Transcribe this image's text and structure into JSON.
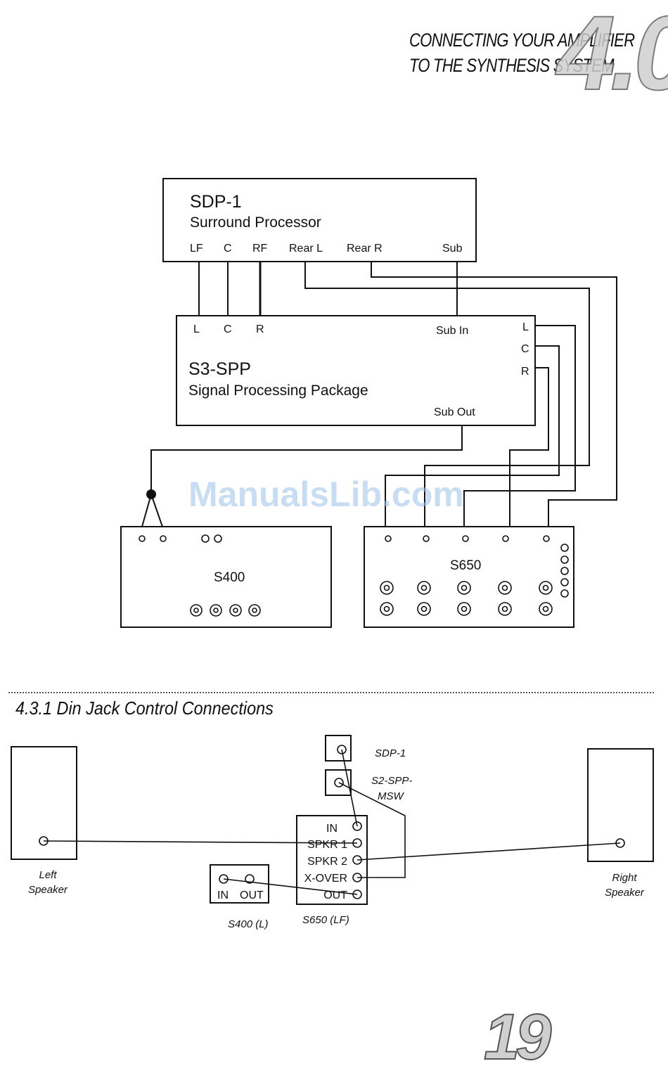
{
  "header": {
    "line1": "CONNECTING YOUR AMPLIFIER",
    "line2": "TO THE SYNTHESIS SYSTEM",
    "chapter": "4.0"
  },
  "watermark": "ManualsLib.com",
  "diagram1": {
    "sdp1": {
      "name": "SDP-1",
      "desc": "Surround Processor",
      "ports": [
        "LF",
        "C",
        "RF",
        "Rear L",
        "Rear R",
        "Sub"
      ]
    },
    "s3spp": {
      "name": "S3-SPP",
      "desc": "Signal Processing Package",
      "inputs": [
        "L",
        "C",
        "R"
      ],
      "sub_in": "Sub In",
      "outputs": [
        "L",
        "C",
        "R"
      ],
      "sub_out": "Sub Out"
    },
    "s400": {
      "name": "S400"
    },
    "s650": {
      "name": "S650"
    }
  },
  "section": {
    "title": "4.3.1 Din Jack Control Connections"
  },
  "diagram2": {
    "left_speaker": "Left\nSpeaker",
    "right_speaker": "Right\nSpeaker",
    "sdp1": "SDP-1",
    "s2sppmsw": "S2-SPP-\nMSW",
    "s650_ports": [
      "IN",
      "SPKR 1",
      "SPKR 2",
      "X-OVER",
      "OUT"
    ],
    "s650_label": "S650 (LF)",
    "s400_ports": [
      "IN",
      "OUT"
    ],
    "s400_label": "S400 (L)"
  },
  "page_number": "19"
}
